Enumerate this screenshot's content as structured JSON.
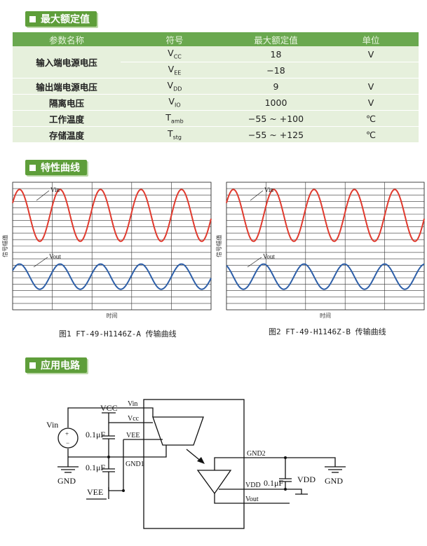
{
  "sections": {
    "ratings": "最大额定值",
    "curves": "特性曲线",
    "circuit": "应用电路"
  },
  "table": {
    "headers": [
      "参数名称",
      "符号",
      "最大额定值",
      "单位"
    ],
    "rows": [
      {
        "name": "输入端电源电压",
        "sym": "V",
        "sub": "CC",
        "value": "18",
        "unit": "V"
      },
      {
        "name": "",
        "sym": "V",
        "sub": "EE",
        "value": "−18",
        "unit": ""
      },
      {
        "name": "输出端电源电压",
        "sym": "V",
        "sub": "DD",
        "value": "9",
        "unit": "V"
      },
      {
        "name": "隔离电压",
        "sym": "V",
        "sub": "IO",
        "value": "1000",
        "unit": "V"
      },
      {
        "name": "工作温度",
        "sym": "T",
        "sub": "amb",
        "value": "−55 ~ +100",
        "unit": "℃"
      },
      {
        "name": "存储温度",
        "sym": "T",
        "sub": "stg",
        "value": "−55 ~ +125",
        "unit": "℃"
      }
    ]
  },
  "charts": [
    {
      "vin_label": "Vin",
      "vout_label": "Vout",
      "ylabel": "信号幅值",
      "xlabel": "时间",
      "caption": "图1 FT-49-H1146Z-A 传输曲线",
      "vin_color": "#e03a2e",
      "vout_color": "#2e5fa8",
      "vin_cycles": 4.9,
      "vout_cycles": 4.9,
      "vout_phase": 0
    },
    {
      "vin_label": "Vin",
      "vout_label": "Vout",
      "ylabel": "信号幅值",
      "xlabel": "时间",
      "caption": "图2 FT-49-H1146Z-B 传输曲线",
      "vin_color": "#e03a2e",
      "vout_color": "#2e5fa8",
      "vin_cycles": 4.9,
      "vout_cycles": 4.9,
      "vout_phase": 0.5
    }
  ],
  "circuit": {
    "vin_source": "Vin",
    "vcc_rail": "VCC",
    "vcc_pin": "Vcc",
    "vee_pin": "VEE",
    "gnd1_pin": "GND1",
    "cap1": "0.1μF",
    "cap2": "0.1μF",
    "cap3": "0.1μF",
    "vee_rail": "VEE",
    "gnd_left": "GND",
    "vin_pin": "Vin",
    "gnd2_pin": "GND2",
    "vdd_pin": "VDD",
    "vdd_rail": "VDD",
    "gnd_right": "GND",
    "vout_pin": "Vout"
  }
}
